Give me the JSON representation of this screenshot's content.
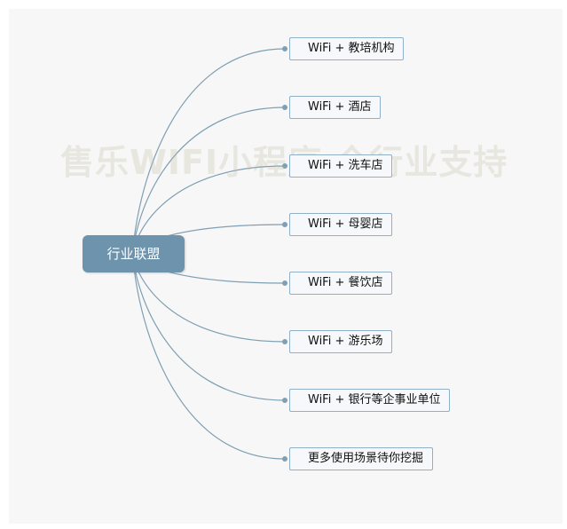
{
  "watermark": "售乐WIFI小程序 全行业支持",
  "root": {
    "label": "行业联盟"
  },
  "branches": [
    {
      "label": "WiFi + 教培机构"
    },
    {
      "label": "WiFi + 酒店"
    },
    {
      "label": "WiFi + 洗车店"
    },
    {
      "label": "WiFi + 母婴店"
    },
    {
      "label": "WiFi + 餐饮店"
    },
    {
      "label": "WiFi + 游乐场"
    },
    {
      "label": "WiFi + 银行等企事业单位"
    },
    {
      "label": "更多使用场景待你挖掘"
    }
  ],
  "colors": {
    "root_fill": "#6d93ad",
    "connector": "#7f9fb3",
    "branch_border": "#8fb0c6"
  }
}
